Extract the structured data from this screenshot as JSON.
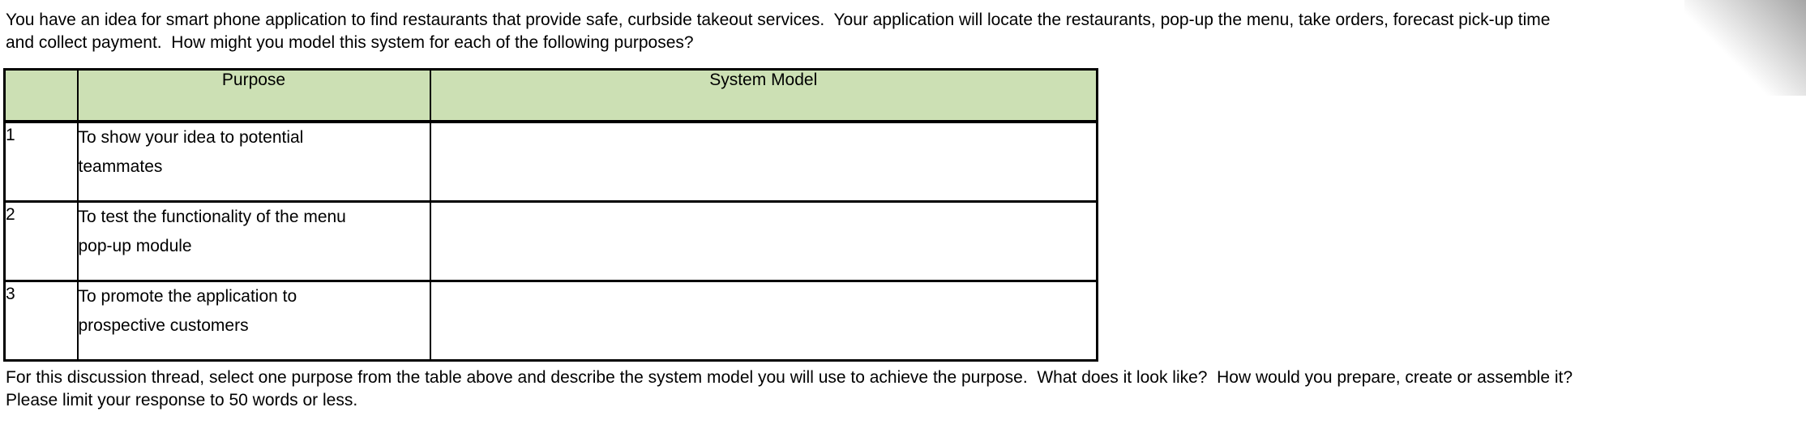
{
  "page": {
    "background": "#ffffff",
    "header_green": "#cce0b4"
  },
  "intro": {
    "lines": [
      "You have an idea for smart phone application to find restaurants that provide safe, curbside takeout services.  Your application will locate the restaurants, pop-up the menu, take orders, forecast pick-up time",
      "and collect payment.  How might you model this system for each of the following purposes?"
    ]
  },
  "table": {
    "headers": [
      "",
      "Purpose",
      "System Model"
    ],
    "rows": [
      {
        "num": "1",
        "purpose_lines": [
          "To show your idea to potential",
          "teammates"
        ],
        "system_model": ""
      },
      {
        "num": "2",
        "purpose_lines": [
          "To test the functionality of the menu",
          "pop-up module"
        ],
        "system_model": ""
      },
      {
        "num": "3",
        "purpose_lines": [
          "To promote the application to",
          "prospective customers"
        ],
        "system_model": ""
      }
    ]
  },
  "footer": {
    "lines": [
      "For this discussion thread, select one purpose from the table above and describe the system model you will use to achieve the purpose.  What does it look like?  How would you prepare, create or assemble it?",
      "Please limit your response to 50 words or less."
    ]
  }
}
